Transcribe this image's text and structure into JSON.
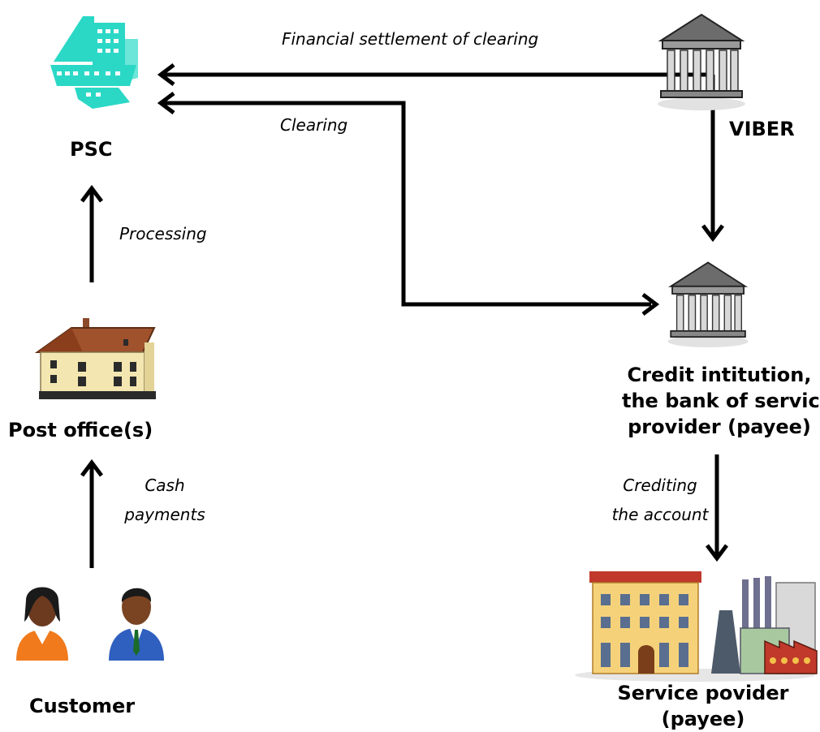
{
  "nodes": {
    "psc": "PSC",
    "viber": "VIBER",
    "post_office": "Post office(s)",
    "customer": "Customer",
    "credit_institution": [
      "Credit intitution,",
      "the bank of service",
      "provider (payee)"
    ],
    "service_provider": [
      "Service povider",
      "(payee)"
    ]
  },
  "edges": {
    "settlement": "Financial settlement of clearing",
    "clearing": "Clearing",
    "processing": "Processing",
    "cash_payments": [
      "Cash",
      "payments"
    ],
    "crediting": [
      "Crediting",
      "the account"
    ]
  },
  "icons": {
    "psc": "office-building-icon",
    "viber": "bank-icon",
    "credit_institution": "bank-icon",
    "post_office": "house-icon",
    "customer": "people-icon",
    "service_provider": "factory-icon"
  }
}
